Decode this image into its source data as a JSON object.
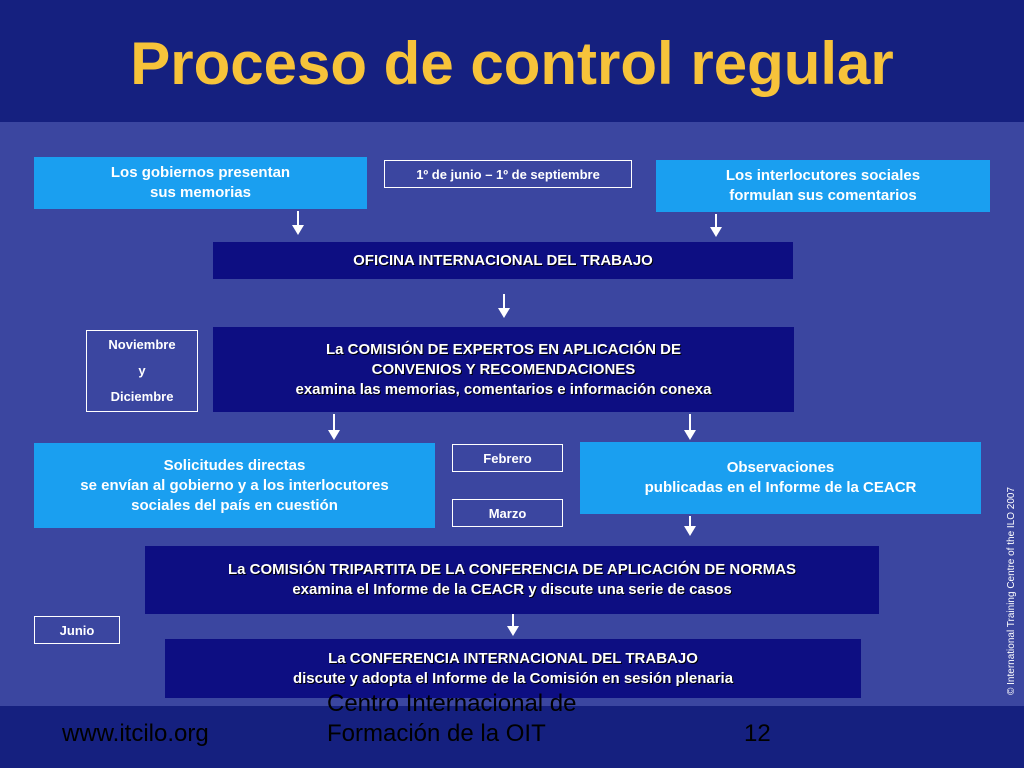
{
  "title": "Proceso de control regular",
  "boxes": {
    "gobiernos": [
      "Los gobiernos presentan",
      "sus memorias"
    ],
    "periodo": "1º de junio – 1º de septiembre",
    "interlocutores": [
      "Los interlocutores sociales",
      "formulan sus comentarios"
    ],
    "oficina": "OFICINA INTERNACIONAL DEL TRABAJO",
    "noviembre": [
      "Noviembre",
      "y",
      "Diciembre"
    ],
    "comision_expertos": [
      "La COMISIÓN DE EXPERTOS EN APLICACIÓN DE",
      "CONVENIOS Y RECOMENDACIONES",
      "examina las memorias, comentarios e información conexa"
    ],
    "solicitudes": [
      "Solicitudes directas",
      "se envían al gobierno y a los interlocutores",
      "sociales del país en cuestión"
    ],
    "febrero": "Febrero",
    "marzo": "Marzo",
    "observaciones": [
      "Observaciones",
      "publicadas en el Informe de la CEACR"
    ],
    "comision_tripartita": [
      "La COMISIÓN TRIPARTITA DE LA CONFERENCIA DE APLICACIÓN DE NORMAS",
      "examina el Informe de la CEACR y discute una serie de casos"
    ],
    "junio": "Junio",
    "conferencia": [
      "La CONFERENCIA INTERNACIONAL DEL TRABAJO",
      "discute y adopta el Informe de la Comisión en sesión plenaria"
    ]
  },
  "footer": {
    "website": "www.itcilo.org",
    "org_line1": "Centro Internacional de",
    "org_line2": "Formación de la OIT",
    "page_number": "12"
  },
  "credit": "© International Training Centre of the ILO 2007",
  "colors": {
    "background": "#3b46a0",
    "header": "#15207f",
    "title": "#f7c33a",
    "light_box": "#1a9ff0",
    "dark_box": "#0d0e82"
  }
}
